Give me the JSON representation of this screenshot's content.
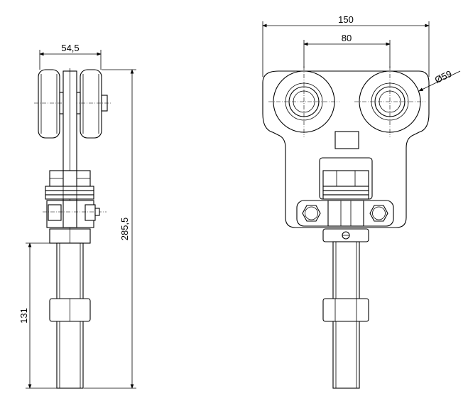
{
  "drawing": {
    "side_view": {
      "width_dim": "54,5",
      "height_dim": "285,5",
      "bolt_dim": "131"
    },
    "front_view": {
      "width_dim": "150",
      "wheel_spacing_dim": "80",
      "wheel_diameter_dim": "Ø59"
    }
  }
}
